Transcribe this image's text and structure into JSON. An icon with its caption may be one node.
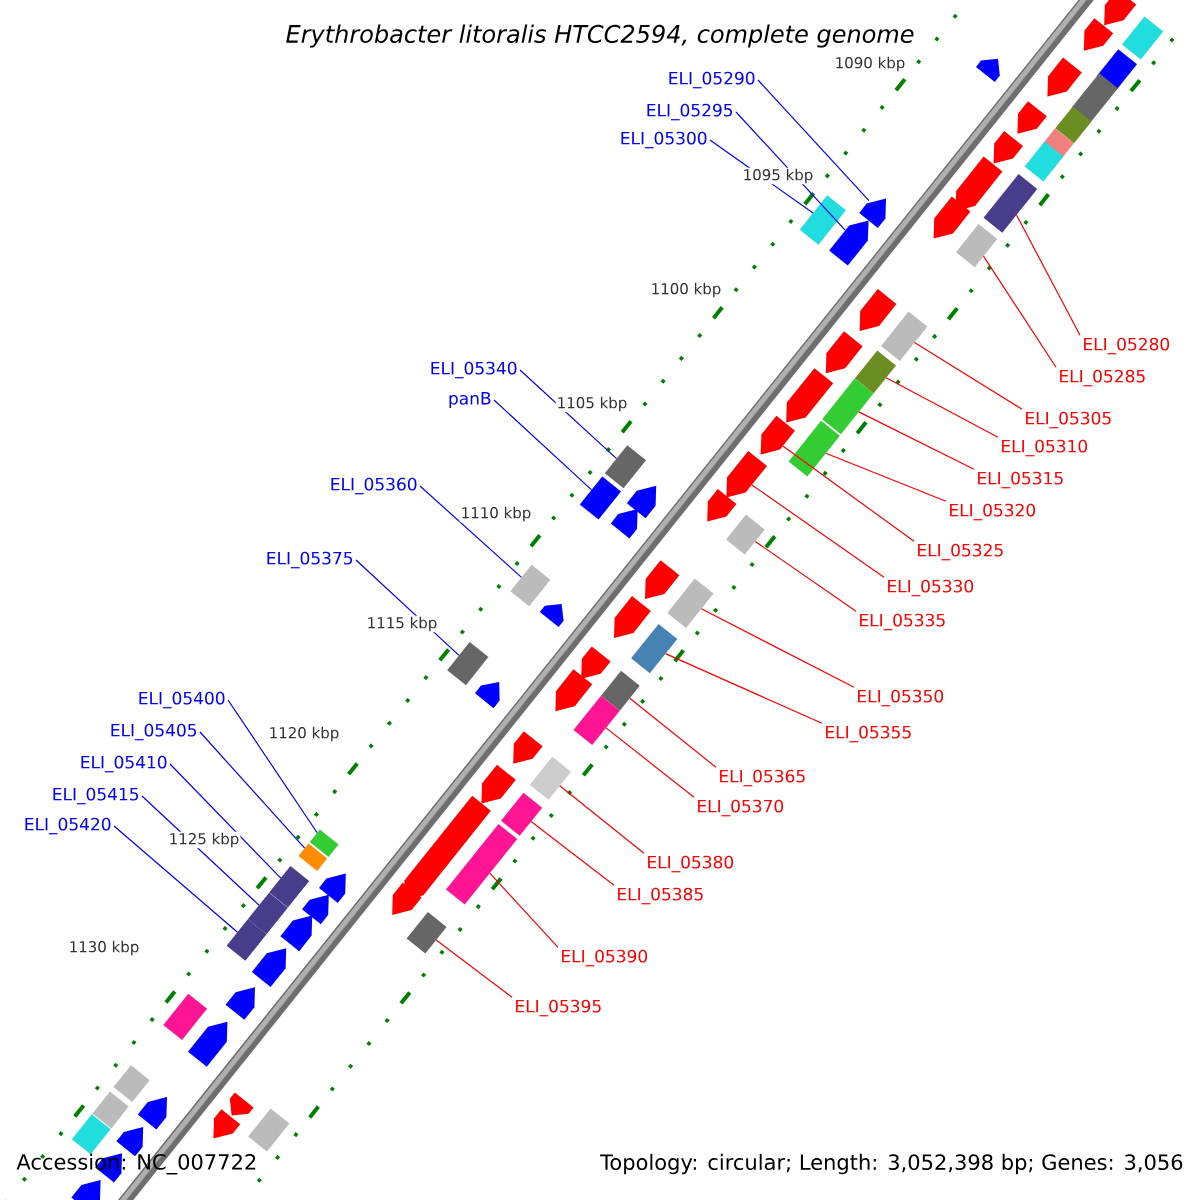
{
  "diagram": {
    "title": "Erythrobacter litoralis HTCC2594, complete genome",
    "nodes": [
      {
        "text": [
          "ELI_05290"
        ]
      },
      {
        "text": [
          "ELI_05295"
        ]
      },
      {
        "text": [
          "ELI_05300"
        ]
      },
      {
        "text": [
          "ELI_05280"
        ]
      },
      {
        "text": [
          "ELI_05340"
        ]
      },
      {
        "text": [
          "ELI_05285"
        ]
      },
      {
        "text": [
          "panB"
        ]
      },
      {
        "text": [
          "ELI_05305"
        ]
      },
      {
        "text": [
          "ELI_05310"
        ]
      },
      {
        "text": [
          "ELI_05315"
        ]
      },
      {
        "text": [
          "ELI_05360"
        ]
      },
      {
        "text": [
          "ELI_05320"
        ]
      },
      {
        "text": [
          "ELI_05325"
        ]
      },
      {
        "text": [
          "ELI_05375"
        ]
      },
      {
        "text": [
          "ELI_05330"
        ]
      },
      {
        "text": [
          "ELI_05335"
        ]
      },
      {
        "text": [
          "ELI_05350"
        ]
      },
      {
        "text": [
          "ELI_05400"
        ]
      },
      {
        "text": [
          "ELI_05405"
        ]
      },
      {
        "text": [
          "ELI_05355"
        ]
      },
      {
        "text": [
          "ELI_05410"
        ]
      },
      {
        "text": [
          "ELI_05365"
        ]
      },
      {
        "text": [
          "ELI_05415"
        ]
      },
      {
        "text": [
          "ELI_05370"
        ]
      },
      {
        "text": [
          "ELI_05420"
        ]
      },
      {
        "text": [
          "ELI_05380"
        ]
      },
      {
        "text": [
          "ELI_05385"
        ]
      },
      {
        "text": [
          "ELI_05390"
        ]
      },
      {
        "text": [
          "ELI_05395"
        ]
      },
      {
        "text": [],
        "shape": "pentagon"
      },
      {
        "text": [],
        "shape": "pentagon"
      },
      {
        "text": [],
        "shape": "box"
      },
      {
        "text": [],
        "shape": "box"
      },
      {
        "text": [],
        "shape": "box"
      },
      {
        "text": [],
        "shape": "box"
      },
      {
        "text": [],
        "shape": "box"
      },
      {
        "text": [],
        "shape": "box"
      },
      {
        "text": [],
        "shape": "box"
      },
      {
        "text": [],
        "shape": "pentagon"
      },
      {
        "text": [],
        "shape": "pentagon"
      },
      {
        "text": [],
        "shape": "box"
      },
      {
        "text": [],
        "shape": "box"
      },
      {
        "text": [],
        "shape": "box"
      },
      {
        "text": [],
        "shape": "box"
      },
      {
        "text": [],
        "shape": "box"
      },
      {
        "text": [],
        "shape": "box"
      },
      {
        "text": [],
        "shape": "box"
      },
      {
        "text": [],
        "shape": "box"
      },
      {
        "text": [],
        "shape": "box"
      },
      {
        "text": [],
        "shape": "box"
      },
      {
        "text": [],
        "shape": "box"
      },
      {
        "text": [],
        "shape": "box"
      },
      {
        "text": [],
        "shape": "box"
      },
      {
        "text": [],
        "shape": "box"
      },
      {
        "text": [],
        "shape": "box"
      },
      {
        "text": [],
        "shape": "box"
      },
      {
        "text": [],
        "shape": "box"
      },
      {
        "text": [],
        "shape": "box"
      },
      {
        "text": [],
        "shape": "pentagon"
      },
      {
        "text": [],
        "shape": "pentagon"
      },
      {
        "text": [],
        "shape": "pentagon"
      },
      {
        "text": [],
        "shape": "pentagon"
      },
      {
        "text": [],
        "shape": "pentagon"
      },
      {
        "text": [],
        "shape": "pentagon"
      },
      {
        "text": [],
        "shape": "pentagon"
      },
      {
        "text": [],
        "shape": "pentagon"
      },
      {
        "text": [],
        "shape": "pentagon"
      },
      {
        "text": [],
        "shape": "pentagon"
      },
      {
        "text": [],
        "shape": "pentagon"
      },
      {
        "text": [],
        "shape": "pentagon"
      },
      {
        "text": [],
        "shape": "pentagon"
      },
      {
        "text": [],
        "shape": "pentagon"
      },
      {
        "text": [],
        "shape": "pentagon"
      },
      {
        "text": [],
        "shape": "pentagon"
      },
      {
        "text": [],
        "shape": "pentagon"
      },
      {
        "text": [],
        "shape": "pentagon"
      },
      {
        "text": [],
        "shape": "pentagon"
      },
      {
        "text": [],
        "shape": "pentagon"
      },
      {
        "text": [],
        "shape": "pentagon"
      },
      {
        "text": [],
        "shape": "box"
      },
      {
        "text": [],
        "shape": "box"
      },
      {
        "text": [],
        "shape": "box"
      },
      {
        "text": [],
        "shape": "box"
      },
      {
        "text": [],
        "shape": "box"
      },
      {
        "text": [],
        "shape": "box"
      },
      {
        "text": [],
        "shape": "box"
      },
      {
        "text": [],
        "shape": "pentagon"
      },
      {
        "text": [],
        "shape": "pentagon"
      },
      {
        "text": [],
        "shape": "pentagon"
      },
      {
        "text": [],
        "shape": "pentagon"
      },
      {
        "text": [],
        "shape": "pentagon"
      },
      {
        "text": [],
        "shape": "pentagon"
      },
      {
        "text": [],
        "shape": "pentagon"
      },
      {
        "text": [],
        "shape": "pentagon"
      },
      {
        "text": [],
        "shape": "pentagon"
      },
      {
        "text": [],
        "shape": "pentagon"
      },
      {
        "text": [],
        "shape": "pentagon"
      },
      {
        "text": [],
        "shape": "pentagon"
      },
      {
        "text": [],
        "shape": "pentagon"
      },
      {
        "text": [],
        "shape": "pentagon"
      },
      {
        "text": [],
        "shape": "pentagon"
      },
      {
        "text": [],
        "shape": "box"
      },
      {
        "text": [],
        "shape": "box"
      },
      {
        "text": [],
        "shape": "box"
      },
      {
        "text": [],
        "shape": "box"
      }
    ],
    "edges": [
      {
        "from": 0,
        "to": 29,
        "arrow": "none",
        "color": "#0000ff"
      },
      {
        "from": 1,
        "to": 30,
        "arrow": "none",
        "color": "#0000ff"
      },
      {
        "from": 2,
        "to": 31,
        "arrow": "none",
        "color": "#0000ff"
      },
      {
        "from": 3,
        "to": 32,
        "arrow": "none"
      },
      {
        "from": 4,
        "to": 41,
        "arrow": "none",
        "color": "#0000ff"
      },
      {
        "from": 5,
        "to": 33,
        "arrow": "none"
      },
      {
        "from": 6,
        "to": 42,
        "arrow": "none",
        "color": "#0000ff"
      },
      {
        "from": 7,
        "to": 34,
        "arrow": "none"
      },
      {
        "from": 8,
        "to": 35,
        "arrow": "none"
      },
      {
        "from": 9,
        "to": 36,
        "arrow": "none"
      },
      {
        "from": 10,
        "to": 45,
        "arrow": "none",
        "color": "#0000ff"
      },
      {
        "from": 11,
        "to": 37,
        "arrow": "none"
      },
      {
        "from": 12,
        "to": 38,
        "arrow": "none"
      },
      {
        "from": 13,
        "to": 48,
        "arrow": "none",
        "color": "#0000ff"
      },
      {
        "from": 14,
        "to": 39,
        "arrow": "none"
      },
      {
        "from": 15,
        "to": 40,
        "arrow": "none"
      },
      {
        "from": 16,
        "to": 43,
        "arrow": "none"
      },
      {
        "from": 17,
        "to": 53,
        "arrow": "none",
        "color": "#0000ff"
      },
      {
        "from": 18,
        "to": 54,
        "arrow": "none",
        "color": "#0000ff"
      },
      {
        "from": 19,
        "to": 44,
        "arrow": "none"
      },
      {
        "from": 20,
        "to": 55,
        "arrow": "none",
        "color": "#0000ff"
      },
      {
        "from": 21,
        "to": 46,
        "arrow": "none"
      },
      {
        "from": 22,
        "to": 56,
        "arrow": "none",
        "color": "#0000ff"
      },
      {
        "from": 23,
        "to": 47,
        "arrow": "none"
      },
      {
        "from": 24,
        "to": 57,
        "arrow": "none",
        "color": "#0000ff"
      },
      {
        "from": 25,
        "to": 49,
        "arrow": "none"
      },
      {
        "from": 26,
        "to": 50,
        "arrow": "none"
      },
      {
        "from": 27,
        "to": 51,
        "arrow": "none"
      },
      {
        "from": 28,
        "to": 52,
        "arrow": "none"
      }
    ],
    "labels": [
      "1090 kbp",
      "1095 kbp",
      "1100 kbp",
      "1105 kbp",
      "1110 kbp",
      "1115 kbp",
      "1120 kbp",
      "1125 kbp",
      "1130 kbp",
      "Accession: NC_007722",
      "Topology: circular; Length: 3,052,398 bp; Genes: 3,056"
    ]
  }
}
